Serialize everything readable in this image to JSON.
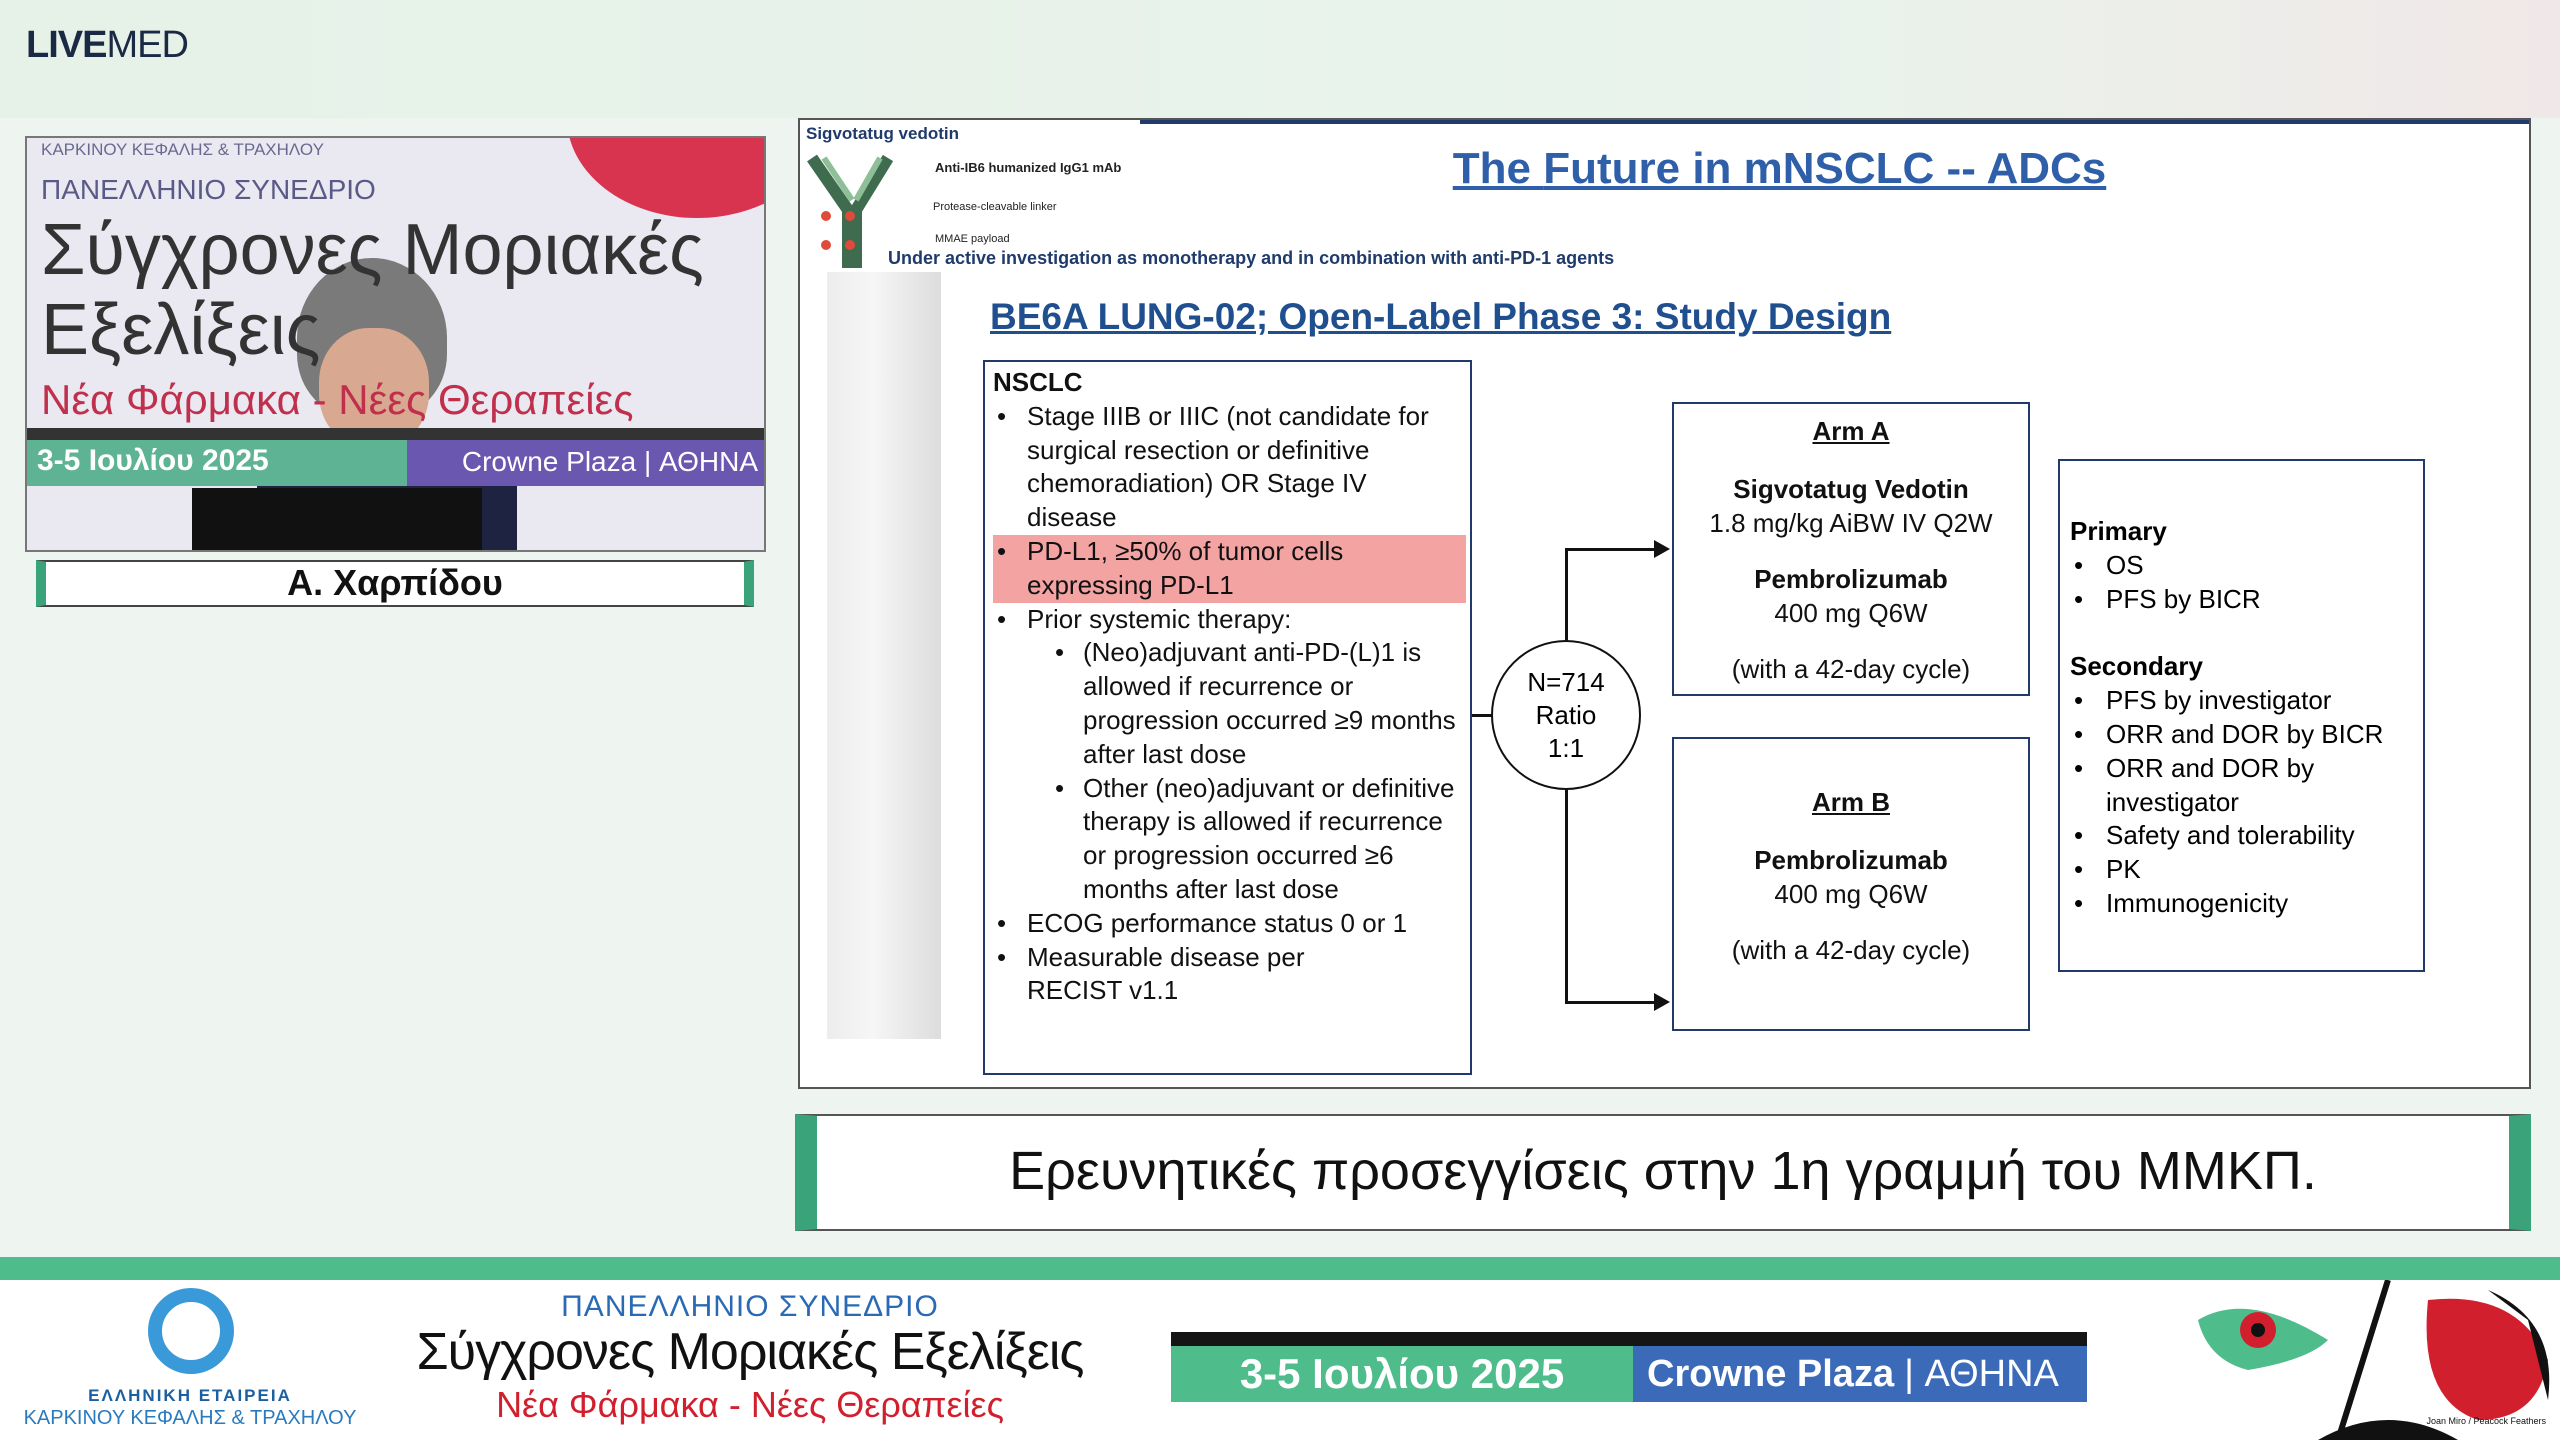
{
  "header": {
    "logo_bold": "LIVE",
    "logo_light": "MED"
  },
  "video": {
    "backdrop": {
      "society": "ΚΑΡΚΙΝΟΥ ΚΕΦΑΛΗΣ & ΤΡΑΧΗΛΟΥ",
      "congress": "ΠΑΝΕΛΛΗΝΙΟ ΣΥΝΕΔΡΙΟ",
      "title_line1": "Σύγχρονες Μοριακές",
      "title_line2": "Εξελίξεις",
      "subtitle": "Νέα Φάρμακα - Νέες Θεραπείες",
      "date": "3-5 Ιουλίου 2025",
      "venue": "Crowne Plaza | ΑΘΗΝΑ"
    },
    "speaker_name": "Α. Χαρπίδου"
  },
  "slide": {
    "drug_label": "Sigvotatug vedotin",
    "antibody_labels": [
      "Anti-IB6 humanized IgG1 mAb",
      "Protease-cleavable linker",
      "MMAE payload"
    ],
    "title_parts": [
      "The",
      "Future in mNSCLC -- ADCs"
    ],
    "subtitle": "Under active investigation as monotherapy and in combination with anti-PD-1 agents",
    "heading": "BE6A LUNG-02; Open-Label Phase 3: Study Design",
    "eligibility": {
      "title": "NSCLC",
      "items": [
        "Stage IIIB or IIIC (not candidate for surgical resection or definitive chemoradiation) OR Stage IV disease",
        "PD-L1, ≥50% of tumor cells expressing PD-L1",
        "Prior systemic therapy:",
        "(Neo)adjuvant anti-PD-(L)1 is allowed if recurrence or progression occurred ≥9 months after last dose",
        "Other (neo)adjuvant or definitive therapy is allowed if recurrence or progression occurred ≥6 months after last dose",
        "ECOG performance status 0 or 1",
        "Measurable disease per RECIST v1.1"
      ]
    },
    "randomization": {
      "n": "N=714",
      "ratio_label": "Ratio",
      "ratio": "1:1"
    },
    "arm_a": {
      "title": "Arm A",
      "drug1": "Sigvotatug Vedotin",
      "dose1": "1.8 mg/kg AiBW IV Q2W",
      "drug2": "Pembrolizumab",
      "dose2": "400 mg Q6W",
      "cycle": "(with a 42-day cycle)"
    },
    "arm_b": {
      "title": "Arm B",
      "drug1": "Pembrolizumab",
      "dose1": "400 mg Q6W",
      "cycle": "(with a 42-day cycle)"
    },
    "endpoints": {
      "primary_title": "Primary",
      "primary": [
        "OS",
        "PFS by BICR"
      ],
      "secondary_title": "Secondary",
      "secondary": [
        "PFS by investigator",
        "ORR and DOR by BICR",
        "ORR and DOR by investigator",
        "Safety and tolerability",
        "PK",
        "Immunogenicity"
      ]
    },
    "highlight_color": "#f4a3a3",
    "title_color": "#2f5fa8"
  },
  "caption": "Ερευνητικές προσεγγίσεις στην 1η γραμμή του ΜΜΚΠ.",
  "footer": {
    "society_line1": "ΕΛΛΗΝΙΚΗ ΕΤΑΙΡΕΙΑ",
    "society_line2": "ΚΑΡΚΙΝΟΥ ΚΕΦΑΛΗΣ & ΤΡΑΧΗΛΟΥ",
    "congress": "ΠΑΝΕΛΛΗΝΙΟ ΣΥΝΕΔΡΙΟ",
    "title": "Σύγχρονες Μοριακές Εξελίξεις",
    "subtitle": "Νέα Φάρμακα - Νέες Θεραπείες",
    "date": "3-5 Ιουλίου 2025",
    "venue_name": "Crowne Plaza",
    "venue_city": "ΑΘΗΝΑ",
    "art_credit": "Joan Miro / Peacock Feathers",
    "accent_green": "#4fbc8c",
    "accent_blue": "#3a6ab8"
  }
}
